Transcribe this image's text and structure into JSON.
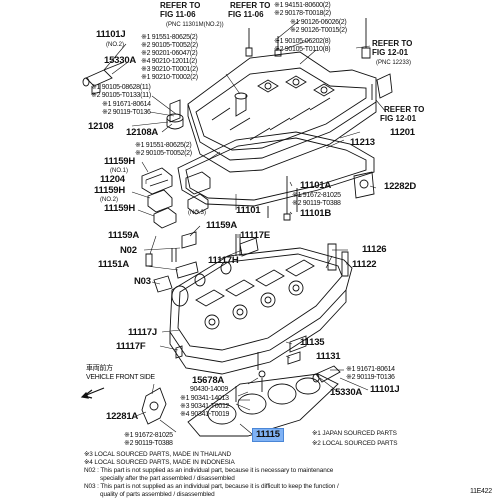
{
  "callouts": {
    "p11101J": "11101J",
    "no2_a": "(NO.2)",
    "p15330A_top": "15330A",
    "p90105_08628": "※1 90105-08628(11)",
    "p90105_T0133": "※2 90105-T0133(11)",
    "p91671_80614_top": "※1 91671-80614",
    "p90119_T0136_top": "※2 90119-T0136",
    "p12108": "12108",
    "p12108A": "12108A",
    "refer_fig_11_06_a": "REFER TO",
    "refer_fig_11_06_b": "FIG 11-06",
    "pnc_11301": "(PNC 11301M(NO.2))",
    "p91551_80625_a": "※1 91551-80625(2)",
    "p90105_T0052_a": "※2 90105-T0052(2)",
    "p90201_06047": "※2 90201-06047(2)",
    "p90210_12011": "※4 90210-12011(2)",
    "p90210_T0001": "※3 90210-T0001(2)",
    "p90210_T0002": "※1 90210-T0002(2)",
    "refer_fig_11_06b_a": "REFER TO",
    "refer_fig_11_06b_b": "FIG 11-06",
    "p94151_80600": "※1 94151-80600(2)",
    "p90178_T0018": "※2 90178-T0018(2)",
    "p90126_06026": "※1 90126-06026(2)",
    "p90126_T0015": "※2 90126-T0015(2)",
    "p90105_06202": "※1 90105-06202(8)",
    "p90105_T0110": "※2 90105-T0110(8)",
    "refer_fig_12_01_a": "REFER TO",
    "refer_fig_12_01_b": "FIG 12-01",
    "pnc_12233": "(PNC 12233)",
    "refer_fig_12_01b_a": "REFER TO",
    "refer_fig_12_01b_b": "FIG 12-01",
    "p11201": "11201",
    "p11213": "11213",
    "p91551_80625_b": "※1 91551-80625(2)",
    "p90105_T0052_b": "※2 90105-T0052(2)",
    "p11159H_a": "11159H",
    "no1_a": "(NO.1)",
    "p11204": "11204",
    "p11159H_b": "11159H",
    "no2_b": "(NO.2)",
    "p11159H_c": "11159H",
    "no3": "(NO.3)",
    "p11101": "11101",
    "p11101A": "11101A",
    "p91672_81025_mid": "※1 91672-81025",
    "p90119_T0388_mid": "※2 90119-T0388",
    "p11101B": "11101B",
    "p12282D": "12282D",
    "p11159A_a": "11159A",
    "p11159A_b": "11159A",
    "p11117E": "11117E",
    "n02": "N02",
    "p11151A": "11151A",
    "p11117H": "11117H",
    "n03": "N03",
    "p11126": "11126",
    "p11122": "11122",
    "p11117J": "11117J",
    "p11117F": "11117F",
    "p11135": "11135",
    "p11131": "11131",
    "p91671_80614_bot": "※1 91671-80614",
    "p90119_T0136_bot": "※2 90119-T0136",
    "p15330A_bot": "15330A",
    "p11101J_bot": "11101J",
    "vehicle_front_jp": "車両前方",
    "vehicle_front": "VEHICLE FRONT SIDE",
    "p15678A": "15678A",
    "p90430_14009": "90430-14009",
    "p90341_14013": "※1 90341-14013",
    "p90341_T0012": "※3 90341-T0012",
    "p90341_T0019": "※4 90341-T0019",
    "p12281A": "12281A",
    "p91672_81025_bot": "※1 91672-81025",
    "p90119_T0388_bot": "※2 90119-T0388",
    "p11115": "11115"
  },
  "legend": {
    "l1": "※1 JAPAN SOURCED PARTS",
    "l2": "※2 LOCAL SOURCED PARTS",
    "l3": "※3 LOCAL SOURCED PARTS, MADE IN THAILAND",
    "l4": "※4 LOCAL SOURCED PARTS, MADE IN INDONESIA",
    "n02_a": "N02 : This part is not supplied as an individual part, because it is necessary to maintenance",
    "n02_b": "specially after the part assembled / disassembled",
    "n03_a": "N03 : This part is not supplied as an individual part, because it is difficult to keep the function /",
    "n03_b": "quality of parts  assembled / disassembled"
  },
  "figure_id": "11E422",
  "colors": {
    "highlight": "#7fb2f5",
    "line": "#111111"
  },
  "icons": [
    "arrow-left-icon"
  ]
}
